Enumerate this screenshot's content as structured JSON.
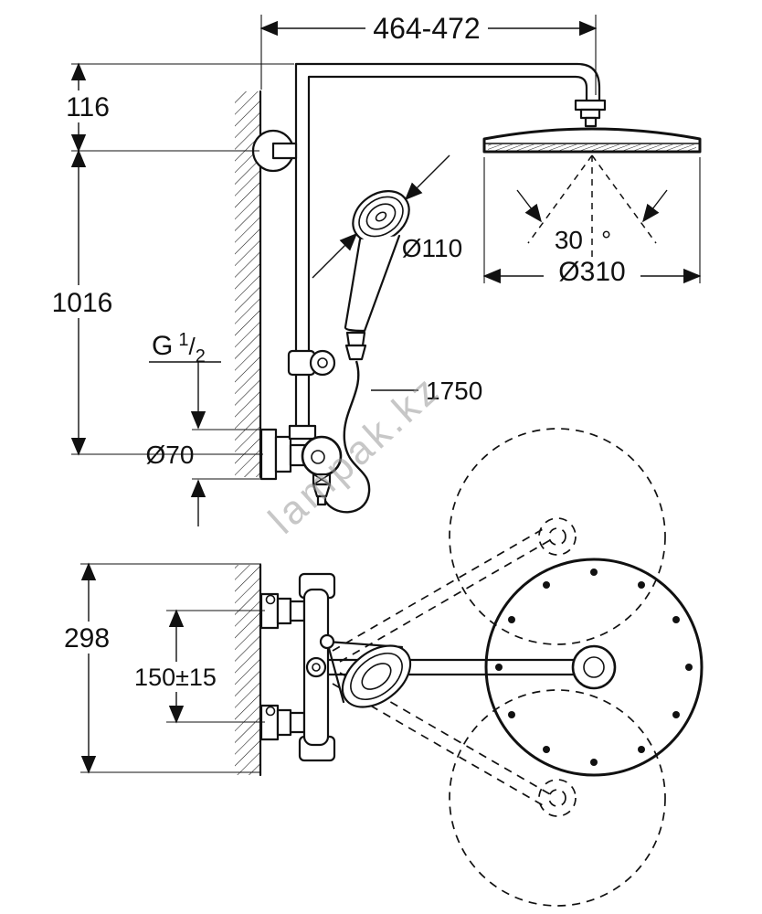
{
  "watermark": "lampak.kz",
  "labels": {
    "top_span": "464-472",
    "offset_116": "116",
    "height_1016": "1016",
    "thread_g": "G",
    "thread_num": "1",
    "thread_slash": "/",
    "thread_den": "2",
    "dia_70": "Ø70",
    "dia_110": "Ø110",
    "angle_val": "30",
    "angle_unit": "°",
    "dia_310": "Ø310",
    "hose_1750": "1750",
    "span_298": "298",
    "span_150": "150±15"
  }
}
